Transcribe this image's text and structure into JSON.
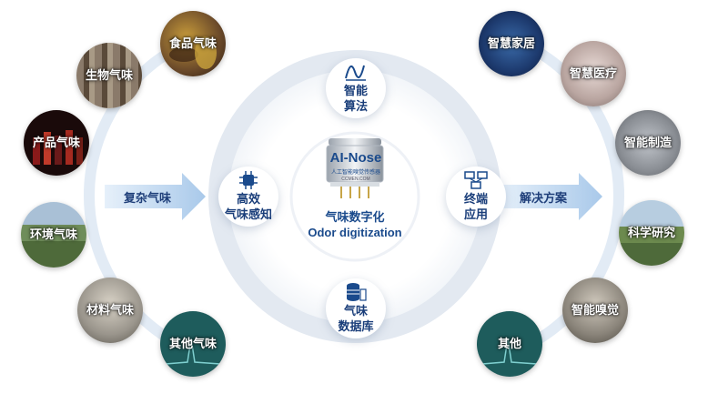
{
  "left_inputs": [
    {
      "label": "食品气味",
      "icon": "food-photo",
      "color": "#6b4a2a"
    },
    {
      "label": "生物气味",
      "icon": "bio-photo",
      "color": "#7a6a5a"
    },
    {
      "label": "产品气味",
      "icon": "product-photo",
      "color": "#5a1a1a"
    },
    {
      "label": "环境气味",
      "icon": "environment-photo",
      "color": "#5c7a4a"
    },
    {
      "label": "材料气味",
      "icon": "material-photo",
      "color": "#9a958c"
    },
    {
      "label": "其他气味",
      "icon": "other-teal",
      "color": "#1e5c5c"
    }
  ],
  "right_outputs": [
    {
      "label": "智慧家居",
      "icon": "smart-home-photo",
      "color": "#1d3a6e"
    },
    {
      "label": "智慧医疗",
      "icon": "smart-medical-photo",
      "color": "#b9a5a0"
    },
    {
      "label": "智能制造",
      "icon": "smart-manufacturing-photo",
      "color": "#8a8e94"
    },
    {
      "label": "科学研究",
      "icon": "research-photo",
      "color": "#4e6a3a"
    },
    {
      "label": "智能嗅觉",
      "icon": "olfaction-photo",
      "color": "#8a847a"
    },
    {
      "label": "其他",
      "icon": "other-teal",
      "color": "#1e5c5c"
    }
  ],
  "left_arrow_label": "复杂气味",
  "right_arrow_label": "解决方案",
  "nodes": {
    "left": {
      "line1": "高效",
      "line2": "气味感知",
      "icon": "chip-icon"
    },
    "top": {
      "line1": "智能",
      "line2": "算法",
      "icon": "algorithm-icon"
    },
    "right": {
      "line1": "终端",
      "line2": "应用",
      "icon": "terminal-icon"
    },
    "bottom": {
      "line1": "气味",
      "line2": "数据库",
      "icon": "database-icon"
    }
  },
  "center": {
    "sensor_brand": "AI-Nose",
    "sensor_subtitle": "人工智能嗅觉传感器",
    "sensor_url": "CCMEN.COM",
    "caption_cn": "气味数字化",
    "caption_en": "Odor digitization"
  },
  "colors": {
    "accent_blue": "#1a4a8c",
    "arrow_blue": "#bcd6ef",
    "ring": "#e6ebf2"
  }
}
